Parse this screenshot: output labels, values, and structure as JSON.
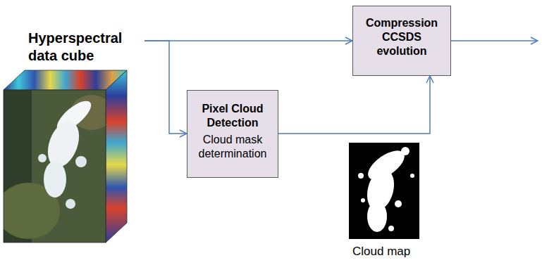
{
  "diagram": {
    "nodes": [
      {
        "text": [
          "Hyperspectral data cube"
        ]
      },
      {
        "text": [
          "Compression CCSDS evolution"
        ]
      },
      {
        "text": [
          "Pixel Cloud Detection",
          "Cloud mask determination"
        ]
      }
    ],
    "edges": [
      {
        "from": 0,
        "to": 1,
        "arrow": "to"
      },
      {
        "from": 0,
        "to": 2,
        "arrow": "to"
      },
      {
        "from": 2,
        "to": 1,
        "arrow": "to"
      }
    ],
    "labels": [
      "Cloud map"
    ]
  }
}
